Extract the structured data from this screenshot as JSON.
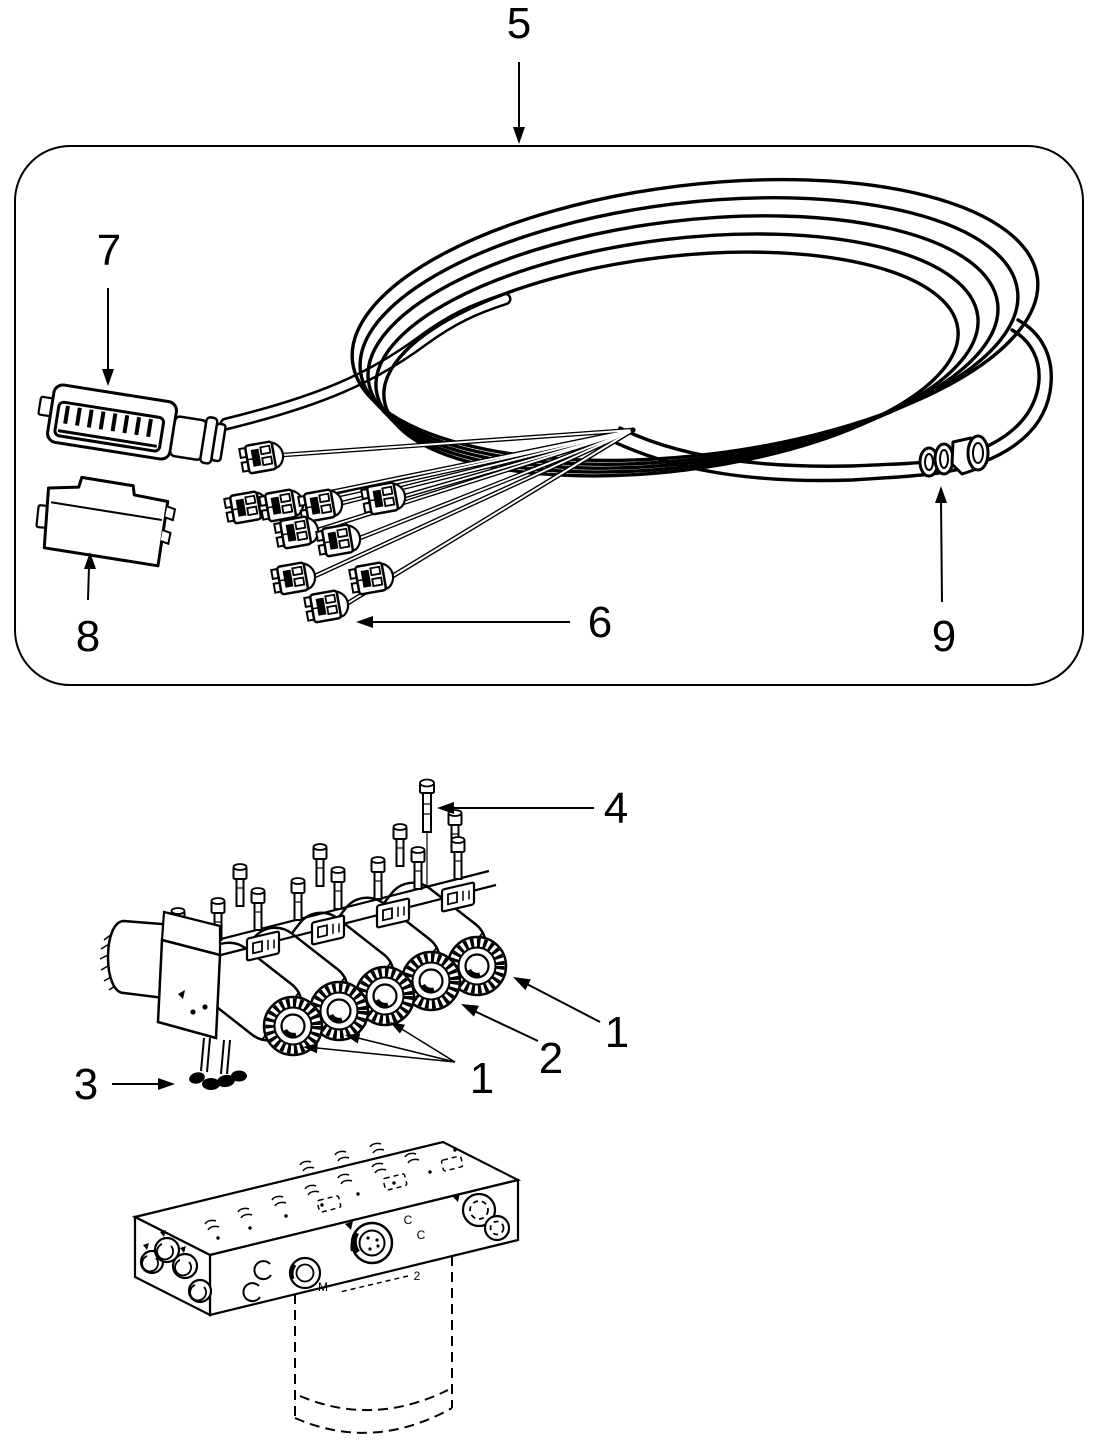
{
  "palette": {
    "ink": "#000000",
    "paper": "#ffffff"
  },
  "harness_figure": {
    "callouts": {
      "cable_assembly": "5",
      "main_connector": "7",
      "connector_cover": "8",
      "coil_terminal": "6",
      "bulkhead_grommet": "9"
    }
  },
  "valve_figure": {
    "callouts": {
      "coil_outer": "1",
      "coil_inner_group": "1",
      "coil_second": "2",
      "plugs": "3",
      "screw": "4"
    },
    "block_markings": {
      "c_upper": "C",
      "c_lower": "C",
      "m_port": "M",
      "port_2": "2"
    }
  }
}
